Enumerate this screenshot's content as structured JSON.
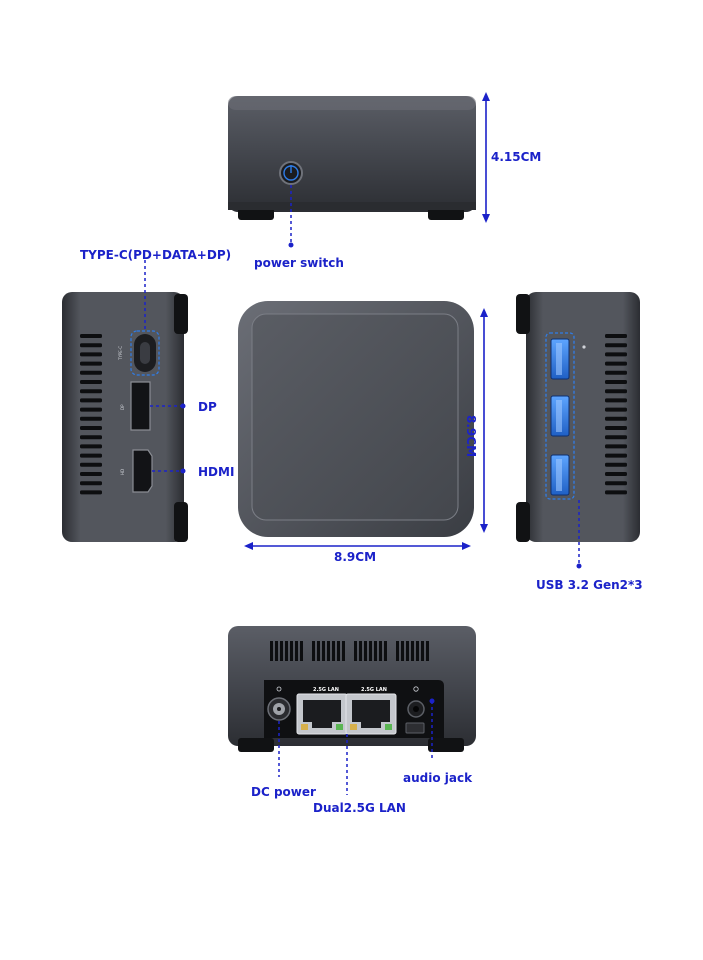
{
  "colors": {
    "annotation": "#1b22c9",
    "device_body": "#4a4d54",
    "device_dark": "#18191c",
    "usb_port": "#2f7de8"
  },
  "labels": {
    "height": "4.15CM",
    "power_switch": "power switch",
    "type_c": "TYPE-C(PD+DATA+DP)",
    "dp": "DP",
    "hdmi": "HDMI",
    "depth": "8.9CM",
    "width": "8.9CM",
    "usb": "USB 3.2 Gen2*3",
    "dc_power": "DC power",
    "lan": "Dual2.5G LAN",
    "audio": "audio jack"
  },
  "port_markings": {
    "type_c": "TYPE-C",
    "dp": "DP",
    "hdmi": "HD",
    "lan_1": "2.5G LAN",
    "lan_2": "2.5G LAN"
  }
}
